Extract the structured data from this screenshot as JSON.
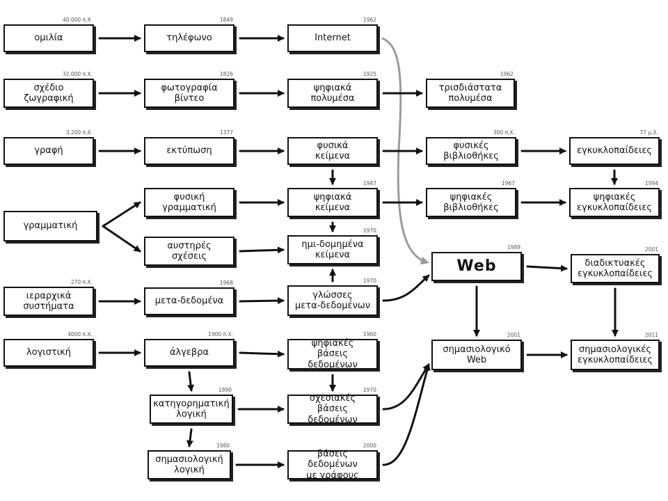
{
  "nodes": [
    {
      "id": "omilia",
      "label": "ομιλία",
      "date": "40.000 π.Χ."
    },
    {
      "id": "tilefono",
      "label": "τηλέφωνο",
      "date": "1849"
    },
    {
      "id": "internet",
      "label": "Internet",
      "date": "1962"
    },
    {
      "id": "sxedio",
      "label": "σχέδιο\nζωγραφική",
      "date": "32.000 π.Χ."
    },
    {
      "id": "fotografia",
      "label": "φωτογραφία\nβίντεο",
      "date": "1826"
    },
    {
      "id": "psif_polymesa",
      "label": "ψηφιακά\nπολυμέσα",
      "date": "1925"
    },
    {
      "id": "trisdiastata",
      "label": "τρισδιάστατα\nπολυμέσα",
      "date": "1962"
    },
    {
      "id": "grafi",
      "label": "γραφή",
      "date": "3.200 π.Χ."
    },
    {
      "id": "ektyposi",
      "label": "εκτύπωση",
      "date": "1377"
    },
    {
      "id": "fys_keimena",
      "label": "φυσικά\nκείμενα",
      "date": ""
    },
    {
      "id": "fys_vivliothikes",
      "label": "φυσικές\nβιβλιοθήκες",
      "date": "300 π.Χ."
    },
    {
      "id": "egkyklopaideies",
      "label": "εγκυκλοπαίδειες",
      "date": "77 μ.Χ."
    },
    {
      "id": "grammatiki",
      "label": "γραμματική",
      "date": ""
    },
    {
      "id": "fys_grammatiki",
      "label": "φυσική\nγραμματική",
      "date": ""
    },
    {
      "id": "psif_keimena",
      "label": "ψηφιακά\nκείμενα",
      "date": "1947"
    },
    {
      "id": "psif_vivliothikes",
      "label": "ψηφιακές\nβιβλιοθήκες",
      "date": "1967"
    },
    {
      "id": "psif_egkyklopaideies",
      "label": "ψηφιακές\nεγκυκλοπαίδειες",
      "date": "1994"
    },
    {
      "id": "austires",
      "label": "αυστηρές\nσχέσεις",
      "date": ""
    },
    {
      "id": "imidomimena",
      "label": "ημι-δομημένα\nκείμενα",
      "date": "1970"
    },
    {
      "id": "web",
      "label": "Web",
      "date": "1989"
    },
    {
      "id": "diadiktyakes",
      "label": "διαδικτυακές\nεγκυκλοπαίδειες",
      "date": "2001"
    },
    {
      "id": "ierarxika",
      "label": "ιεραρχικά\nσυστήματα",
      "date": "270 π.Χ."
    },
    {
      "id": "metadedomena",
      "label": "μετα-δεδομένα",
      "date": "1968"
    },
    {
      "id": "glosses",
      "label": "γλώσσες\nμετα-δεδομένων",
      "date": "1970"
    },
    {
      "id": "logistiki",
      "label": "λογιστική",
      "date": "4000 π.Χ."
    },
    {
      "id": "algevra",
      "label": "άλγεβρα",
      "date": "1900 π.Χ."
    },
    {
      "id": "psif_vaseis",
      "label": "ψηφιακές\nβάσεις δεδομένων",
      "date": "1960"
    },
    {
      "id": "simasiologiko_web",
      "label": "σημασιολογικό\nWeb",
      "date": "2001"
    },
    {
      "id": "simasiologikes_egk",
      "label": "σημασιολογικές\nεγκυκλοπαίδειες",
      "date": "2011"
    },
    {
      "id": "katigorimatiki",
      "label": "κατηγορηματική\nλογική",
      "date": "1890"
    },
    {
      "id": "sxesiakes",
      "label": "σχεσιακές\nβάσεις δεδομένων",
      "date": "1970"
    },
    {
      "id": "simasiologiki_logiki",
      "label": "σημασιολογική\nλογική",
      "date": "1980"
    },
    {
      "id": "vaseis_grafous",
      "label": "βάσεις δεδομένων\nμε γράφους",
      "date": "2000"
    }
  ],
  "edges": [
    {
      "from": "omilia",
      "to": "tilefono"
    },
    {
      "from": "tilefono",
      "to": "internet"
    },
    {
      "from": "internet",
      "to": "web",
      "style": "gray"
    },
    {
      "from": "sxedio",
      "to": "fotografia"
    },
    {
      "from": "fotografia",
      "to": "psif_polymesa"
    },
    {
      "from": "psif_polymesa",
      "to": "trisdiastata"
    },
    {
      "from": "grafi",
      "to": "ektyposi"
    },
    {
      "from": "ektyposi",
      "to": "fys_keimena"
    },
    {
      "from": "fys_keimena",
      "to": "fys_vivliothikes"
    },
    {
      "from": "fys_vivliothikes",
      "to": "egkyklopaideies"
    },
    {
      "from": "fys_keimena",
      "to": "psif_keimena"
    },
    {
      "from": "egkyklopaideies",
      "to": "psif_egkyklopaideies"
    },
    {
      "from": "grammatiki",
      "to": "fys_grammatiki"
    },
    {
      "from": "grammatiki",
      "to": "austires"
    },
    {
      "from": "fys_grammatiki",
      "to": "psif_keimena"
    },
    {
      "from": "psif_keimena",
      "to": "psif_vivliothikes"
    },
    {
      "from": "psif_vivliothikes",
      "to": "psif_egkyklopaideies"
    },
    {
      "from": "psif_keimena",
      "to": "imidomimena"
    },
    {
      "from": "austires",
      "to": "imidomimena"
    },
    {
      "from": "glosses",
      "to": "imidomimena"
    },
    {
      "from": "ierarxika",
      "to": "metadedomena"
    },
    {
      "from": "metadedomena",
      "to": "glosses"
    },
    {
      "from": "glosses",
      "to": "web"
    },
    {
      "from": "web",
      "to": "diadiktyakes"
    },
    {
      "from": "web",
      "to": "simasiologiko_web"
    },
    {
      "from": "diadiktyakes",
      "to": "simasiologikes_egk"
    },
    {
      "from": "simasiologiko_web",
      "to": "simasiologikes_egk"
    },
    {
      "from": "logistiki",
      "to": "algevra"
    },
    {
      "from": "algevra",
      "to": "psif_vaseis"
    },
    {
      "from": "algevra",
      "to": "katigorimatiki"
    },
    {
      "from": "psif_vaseis",
      "to": "sxesiakes"
    },
    {
      "from": "katigorimatiki",
      "to": "sxesiakes"
    },
    {
      "from": "katigorimatiki",
      "to": "simasiologiki_logiki"
    },
    {
      "from": "sxesiakes",
      "to": "simasiologiko_web"
    },
    {
      "from": "simasiologiki_logiki",
      "to": "vaseis_grafous"
    },
    {
      "from": "vaseis_grafous",
      "to": "simasiologiko_web"
    }
  ],
  "colors": {
    "stroke": "#111111",
    "gray_arrow": "#9a9a9a",
    "date_text": "#555555"
  }
}
